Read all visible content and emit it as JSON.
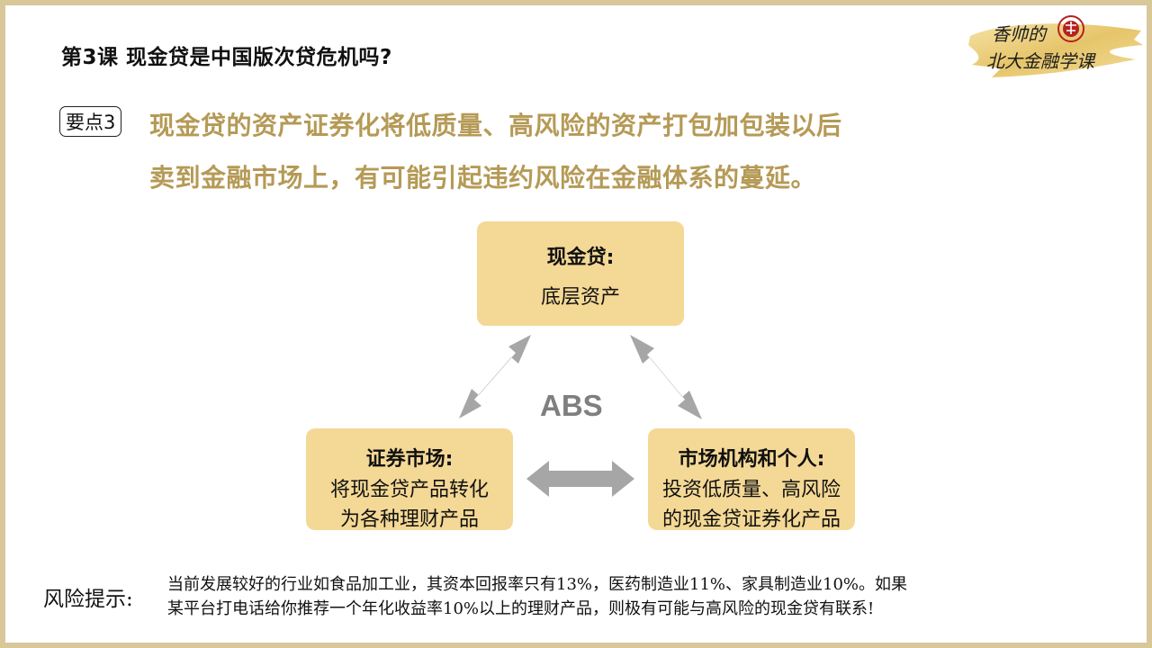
{
  "lesson": {
    "title": "第3课  现金贷是中国版次贷危机吗?"
  },
  "logo": {
    "line1": "香帅的",
    "line2": "北大金融学课"
  },
  "key_point": {
    "badge": "要点3",
    "line1": "现金贷的资产证券化将低质量、高风险的资产打包加包装以后",
    "line2": "卖到金融市场上，有可能引起违约风险在金融体系的蔓延。"
  },
  "diagram": {
    "center_label": "ABS",
    "top_box": {
      "heading": "现金贷:",
      "text": "底层资产"
    },
    "left_box": {
      "heading": "证券市场:",
      "line1": "将现金贷产品转化",
      "line2": "为各种理财产品"
    },
    "right_box": {
      "heading": "市场机构和个人:",
      "line1": "投资低质量、高风险",
      "line2": "的现金贷证券化产品"
    },
    "colors": {
      "box_fill": "#f4d895",
      "arrow": "#a6a6a6",
      "accent_text": "#b59a56"
    }
  },
  "risk": {
    "label": "风险提示:",
    "line1": "当前发展较好的行业如食品加工业，其资本回报率只有13%，医药制造业11%、家具制造业10%。如果",
    "line2": "某平台打电话给你推荐一个年化收益率10%以上的理财产品，则极有可能与高风险的现金贷有联系!"
  }
}
